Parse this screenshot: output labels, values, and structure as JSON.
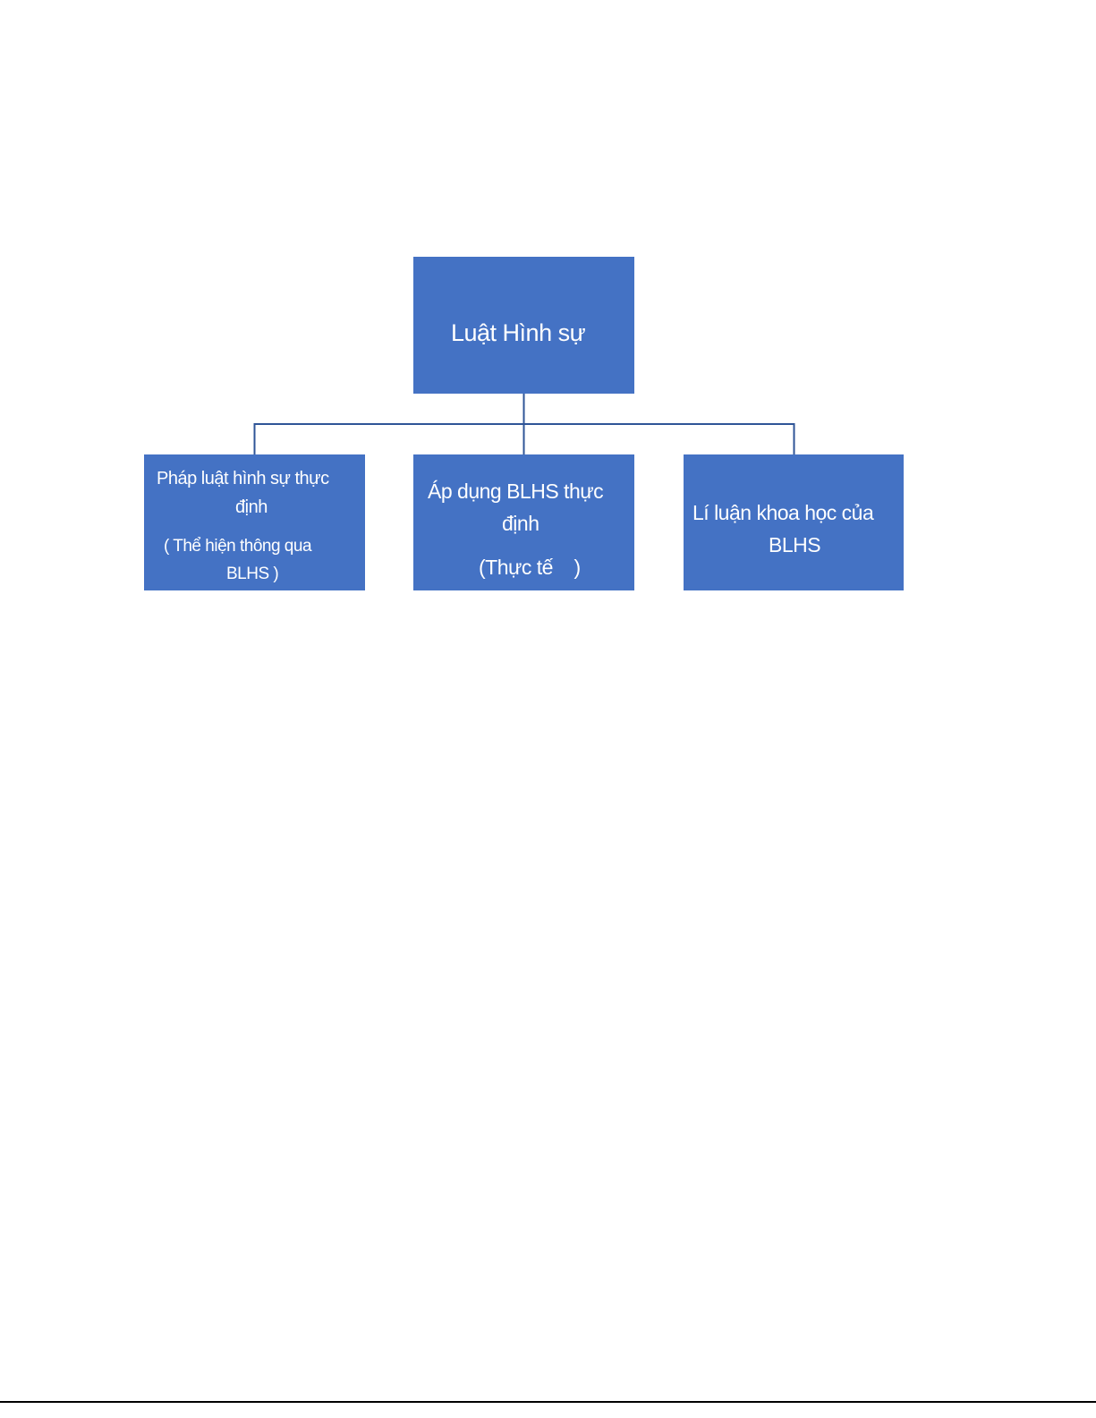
{
  "diagram": {
    "root": {
      "label": "Luật Hình sự"
    },
    "children": [
      {
        "lines": [
          "Pháp luật hình sự thực",
          "định",
          "( Thể hiện thông qua",
          "BLHS )"
        ]
      },
      {
        "lines": [
          "Áp dụng BLHS thực",
          "định",
          "(Thực tế    )"
        ]
      },
      {
        "lines": [
          "Lí luận khoa học của",
          "BLHS"
        ]
      }
    ],
    "colors": {
      "box_fill": "#4472c4",
      "box_text": "#ffffff",
      "connector": "#2f5597"
    }
  }
}
